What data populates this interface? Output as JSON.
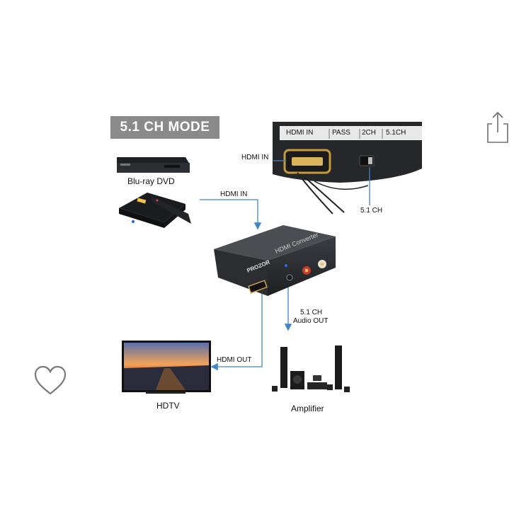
{
  "mode_title": "5.1 CH MODE",
  "inset": {
    "hdmi_in_port": "HDMI IN",
    "pass": "PASS",
    "ch2": "2CH",
    "ch51": "5.1CH"
  },
  "labels": {
    "inset_hdmi_in": "HDMI IN",
    "inset_switch": "5.1 CH",
    "bluray": "Blu-ray DVD",
    "source_hdmi_in": "HDMI IN",
    "hdmi_out": "HDMI OUT",
    "audio_out_line1": "5.1 CH",
    "audio_out_line2": "Audio OUT",
    "hdtv": "HDTV",
    "amplifier": "Amplifier"
  },
  "device": {
    "brand": "PROZOR",
    "name": "HDMI Converter"
  },
  "icons": {
    "share": "share-icon",
    "favorite": "heart-outline-icon"
  },
  "colors": {
    "line_blue": "#3f86c6",
    "badge_gray": "#8a8a8a",
    "device_dark": "#2a2d31"
  }
}
